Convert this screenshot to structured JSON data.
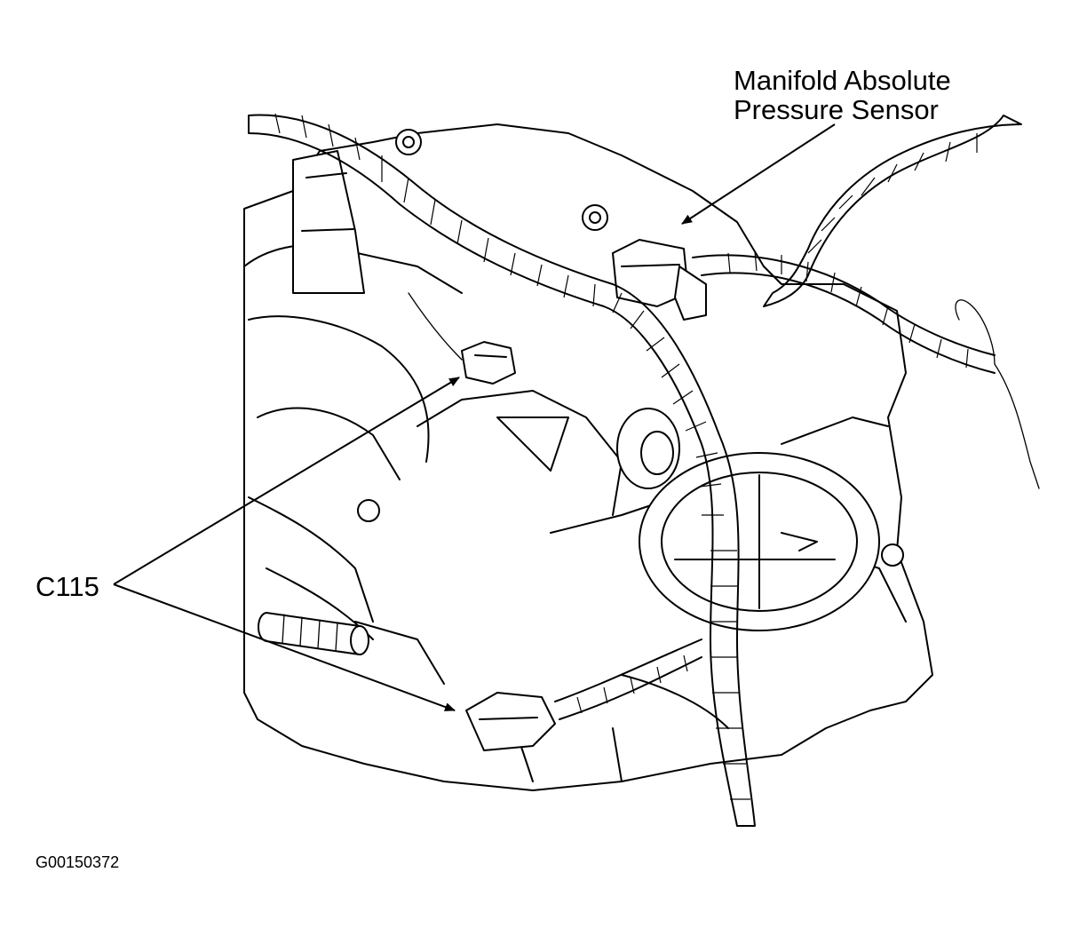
{
  "diagram": {
    "callouts": {
      "map_sensor": {
        "line1": "Manifold Absolute",
        "line2": "Pressure Sensor"
      },
      "connector": {
        "label": "C115"
      }
    },
    "figure_id": "G00150372"
  },
  "colors": {
    "ink": "#000000",
    "paper": "#ffffff"
  }
}
